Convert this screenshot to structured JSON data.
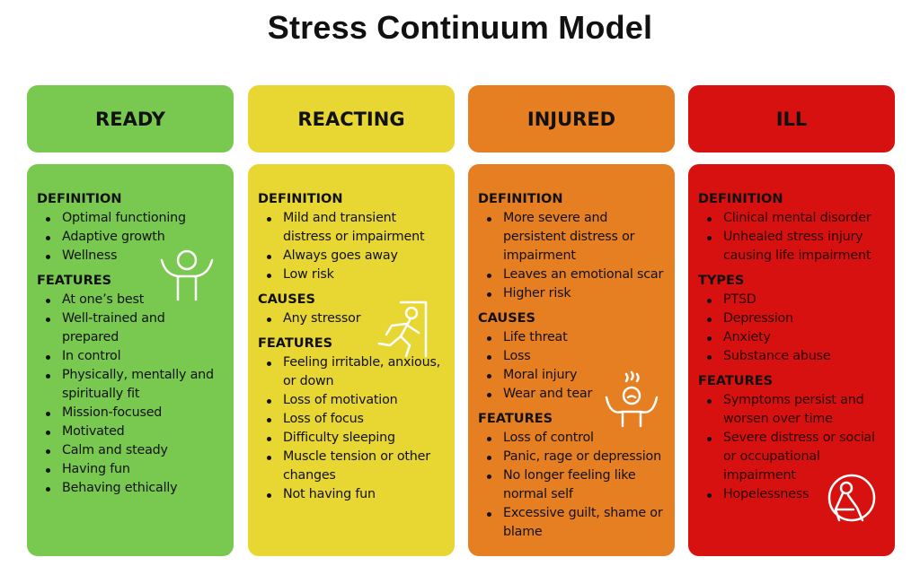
{
  "title": "Stress Continuum Model",
  "colors": {
    "ready": "#79c850",
    "reacting": "#e8d633",
    "injured": "#e67e22",
    "ill": "#d7110f"
  },
  "columns": [
    {
      "key": "ready",
      "label": "READY",
      "icon": "person-arms-raised-icon",
      "sections": [
        {
          "heading": "DEFINITION",
          "items": [
            "Optimal functioning",
            "Adaptive growth",
            "Wellness"
          ]
        },
        {
          "heading": "FEATURES",
          "items": [
            "At one’s best",
            "Well-trained and prepared",
            "In control",
            "Physically, mentally and spiritually fit",
            "Mission-focused",
            "Motivated",
            "Calm and steady",
            "Having fun",
            "Behaving ethically"
          ]
        }
      ]
    },
    {
      "key": "reacting",
      "label": "REACTING",
      "icon": "person-exiting-door-icon",
      "sections": [
        {
          "heading": "DEFINITION",
          "items": [
            "Mild and transient distress or impairment",
            "Always goes away",
            "Low risk"
          ]
        },
        {
          "heading": "CAUSES",
          "items": [
            "Any stressor"
          ]
        },
        {
          "heading": "FEATURES",
          "items": [
            "Feeling irritable, anxious, or down",
            "Loss of motivation",
            "Loss of focus",
            "Difficulty sleeping",
            "Muscle tension or other changes",
            "Not having fun"
          ]
        }
      ]
    },
    {
      "key": "injured",
      "label": "INJURED",
      "icon": "stressed-person-icon",
      "sections": [
        {
          "heading": "DEFINITION",
          "items": [
            "More severe and persistent distress or impairment",
            "Leaves an emotional scar",
            "Higher risk"
          ]
        },
        {
          "heading": "CAUSES",
          "items": [
            "Life threat",
            "Loss",
            "Moral injury",
            "Wear and tear"
          ]
        },
        {
          "heading": "FEATURES",
          "items": [
            "Loss of control",
            "Panic, rage or depression",
            "No longer feeling like normal self",
            "Excessive guilt, shame or blame"
          ]
        }
      ]
    },
    {
      "key": "ill",
      "label": "ILL",
      "icon": "person-crouching-head-in-hands-icon",
      "sections": [
        {
          "heading": "DEFINITION",
          "items": [
            "Clinical mental disorder",
            "Unhealed stress injury causing life impairment"
          ]
        },
        {
          "heading": "TYPES",
          "items": [
            "PTSD",
            "Depression",
            "Anxiety",
            "Substance abuse"
          ]
        },
        {
          "heading": "FEATURES",
          "items": [
            "Symptoms persist and worsen over time",
            "Severe distress or social or occupational impairment",
            "Hopelessness"
          ]
        }
      ]
    }
  ]
}
